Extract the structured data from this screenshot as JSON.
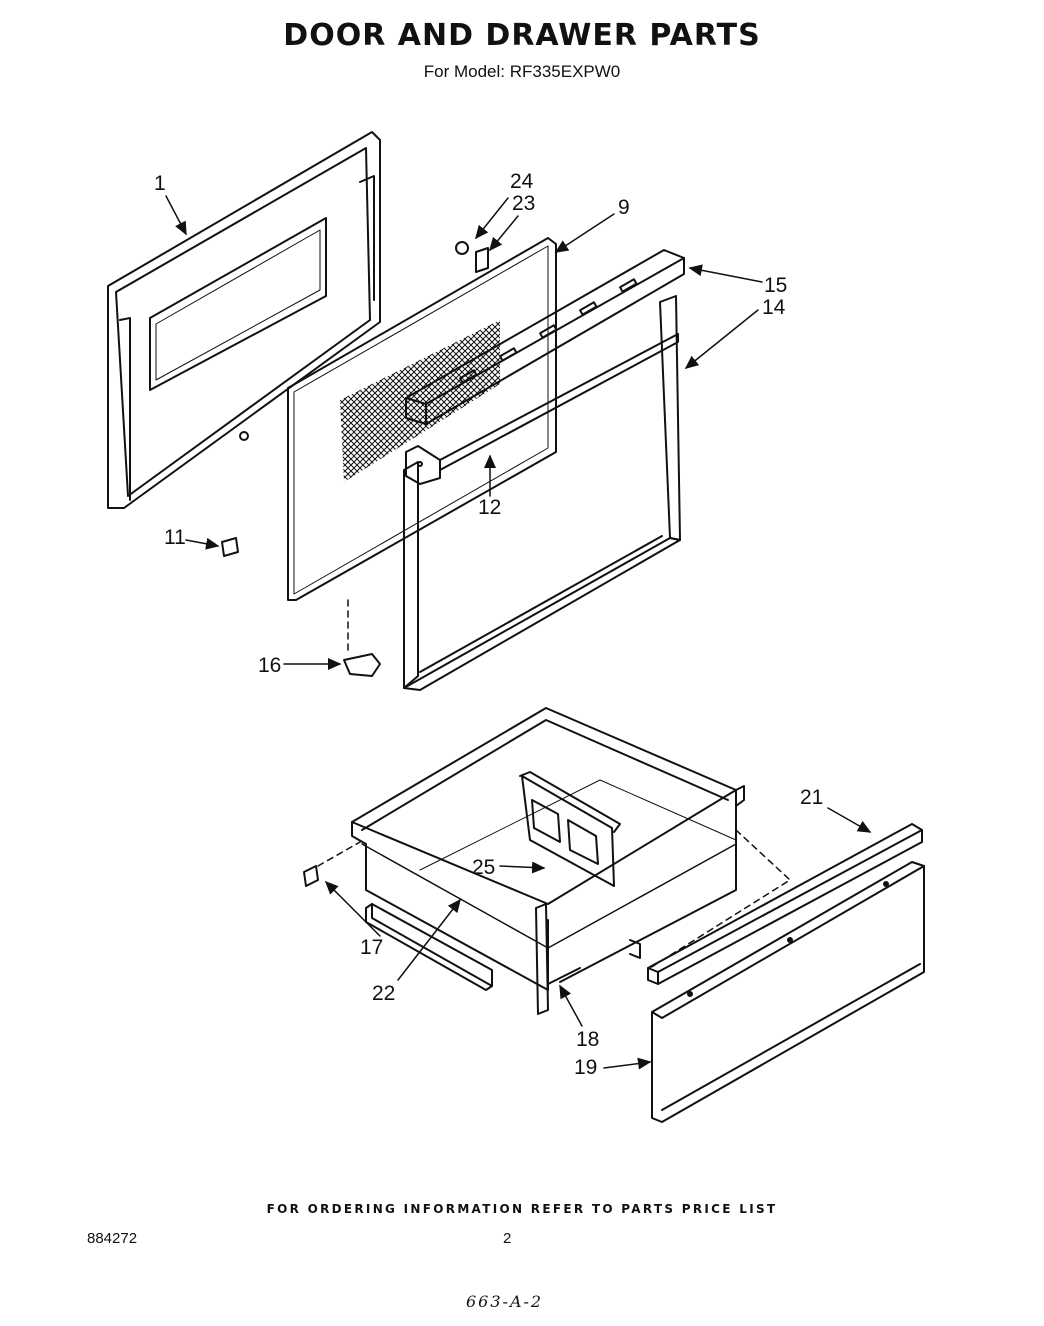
{
  "title": "DOOR AND DRAWER PARTS",
  "subtitle": "For Model: RF335EXPW0",
  "callouts": {
    "c1": "1",
    "c24": "24",
    "c23": "23",
    "c9": "9",
    "c15": "15",
    "c14": "14",
    "c12": "12",
    "c11": "11",
    "c16": "16",
    "c21": "21",
    "c25": "25",
    "c17": "17",
    "c22": "22",
    "c18": "18",
    "c19": "19"
  },
  "footer": {
    "note": "FOR ORDERING INFORMATION REFER TO PARTS PRICE LIST",
    "doc_number": "884272",
    "page_number": "2",
    "handwritten": "663-A-2"
  }
}
